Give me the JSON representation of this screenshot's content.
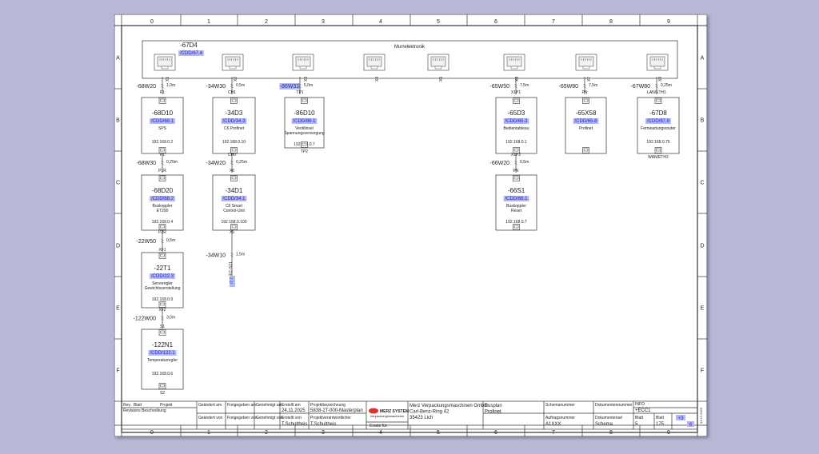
{
  "columns": [
    "0",
    "1",
    "2",
    "3",
    "4",
    "5",
    "6",
    "7",
    "8",
    "9"
  ],
  "rows": [
    "A",
    "B",
    "C",
    "D",
    "E",
    "F"
  ],
  "murr": {
    "device": "-67D4",
    "ref": "/CDD/67.4",
    "title": "Murrelektronik"
  },
  "murr_ports": [
    "X1",
    "X2",
    "X3",
    "X4",
    "X5",
    "X6",
    "X7",
    "X8"
  ],
  "cables": [
    {
      "id": "-68W20",
      "len": "1,0m",
      "top": "",
      "bot": "P1"
    },
    {
      "id": "-34W30",
      "len": "0,5m",
      "top": "",
      "bot": "CH1"
    },
    {
      "id": "-86W31",
      "len": "5,0m",
      "top": "",
      "bot": "TP1"
    },
    {
      "id": "-65W50",
      "len": "7,5m",
      "top": "",
      "bot": "X1P1"
    },
    {
      "id": "-65W80",
      "len": "7,5m",
      "top": "",
      "bot": "PN"
    },
    {
      "id": "-67W80",
      "len": "0,25m",
      "top": "",
      "bot": "LAN/ETH1"
    },
    {
      "id": "-68W30",
      "len": "0,25m",
      "top": "P1",
      "bot": "P1R"
    },
    {
      "id": "-34W20",
      "len": "0,25m",
      "top": "CH0",
      "bot": "X6"
    },
    {
      "id": "-66W20",
      "len": "0,5m",
      "top": "X1P2",
      "bot": "PN"
    },
    {
      "id": "-22W50",
      "len": "0,5m",
      "top": "P2R",
      "bot": "XF1"
    },
    {
      "id": "-34W10",
      "len": "1,5m",
      "top": "X5",
      "bot": ""
    },
    {
      "id": "-122W00",
      "len": "3,0m",
      "top": "XF2",
      "bot": "S1"
    }
  ],
  "devices": [
    {
      "id": "-68D10",
      "ref": "/CDD/68.1",
      "name": [
        "SPS"
      ],
      "ip": "192.168.0.2",
      "bottom_label": ""
    },
    {
      "id": "-34D3",
      "ref": "/CDD/34.3",
      "name": [
        "C6 Profinet"
      ],
      "ip": "192.168.0.10",
      "bottom_label": ""
    },
    {
      "id": "-86D10",
      "ref": "/CDD/86.1",
      "name": [
        "Ventilinsel",
        "Spannungsversorgung"
      ],
      "ip": "192.168.0.7",
      "bottom_label": "TP2"
    },
    {
      "id": "-65D3",
      "ref": "/CDD/65.3",
      "name": [
        "Bedientableau"
      ],
      "ip": "192.168.0.1",
      "bottom_label": ""
    },
    {
      "id": "-65X58",
      "ref": "/CDD/65.8",
      "name": [
        "Profinet"
      ],
      "ip": "",
      "bottom_label": ""
    },
    {
      "id": "-67D8",
      "ref": "/CDD/67.8",
      "name": [
        "Fernwartungsrouter"
      ],
      "ip": "192.168.0.75",
      "bottom_label": "WAN/ETH2"
    },
    {
      "id": "-68D20",
      "ref": "/CDD/68.2",
      "name": [
        "Buskoppler",
        "ET200"
      ],
      "ip": "192.168.0.4",
      "bottom_label": ""
    },
    {
      "id": "-34D1",
      "ref": "/CDD/34.1",
      "name": [
        "C6 Smart",
        "Control-Unit"
      ],
      "ip": "192.168.0.100",
      "bottom_label": ""
    },
    {
      "id": "-66S1",
      "ref": "/CDD/66.1",
      "name": [
        "Buskoppler",
        "Reset"
      ],
      "ip": "192.168.0.7",
      "bottom_label": ""
    },
    {
      "id": "-22T1",
      "ref": "/CDD/22.3",
      "name": [
        "Servoregler",
        "Gewichtsverstellung"
      ],
      "ip": "192.168.0.9",
      "bottom_label": ""
    },
    {
      "id": "-122N1",
      "ref": "/CDD/122.1",
      "name": [
        "Temperaturregler"
      ],
      "ip": "192.168.0.6",
      "bottom_label": "S2"
    }
  ],
  "xref": {
    "label": "EC-S11",
    "ref": "/7.7"
  },
  "title_block": {
    "rev_header": [
      "Rev.",
      "Blatt",
      "Projekt"
    ],
    "rev_desc": "Revisions Beschreibung",
    "changed_on": "Geändert am",
    "changed_by": "Geändert von",
    "released_on": "Freigegeben am",
    "released_by": "Freigegeben von",
    "approved_on": "Genehmigt am",
    "approved_by": "Genehmigt von",
    "created_on_label": "Erstellt am",
    "created_on": "24.11.2025",
    "created_by_label": "Erstellt von",
    "created_by": "T.Schultheis",
    "proj_label": "Projektbezeichnung",
    "proj": "5838-2T-000-Masterplan",
    "resp_label": "Projektverantwortlicher",
    "resp": "T.Schultheis",
    "logo_text": "MERZ SYSTEM",
    "logo_sub": "Verpackungsmaschinen",
    "replace_for": "Ersatz für:",
    "company": [
      "Merz Verpackungsmaschinen GmbH",
      "Carl-Benz-Ring 42",
      "35423 Lich"
    ],
    "plan": [
      "Busplan",
      "Profinet"
    ],
    "schema_no": "Schemanummer",
    "order_no_label": "Auftragsnummer",
    "order_no": "A1XXX",
    "doc_no": "Dokumentennummer",
    "doc_type_label": "Dokumentenart",
    "doc_type": "Schema",
    "info_label": "INFO",
    "info": "+ECC1",
    "sheet_label": "Blatt",
    "sheet": "5",
    "sheet_total": "175",
    "page_label": "Blatt",
    "page_link": "+3",
    "page_link2": "6",
    "date_vertical": "01.12.2025"
  },
  "colors": {
    "link": "#2326c8",
    "highlight": "#b3b8f0",
    "line": "#333333"
  }
}
